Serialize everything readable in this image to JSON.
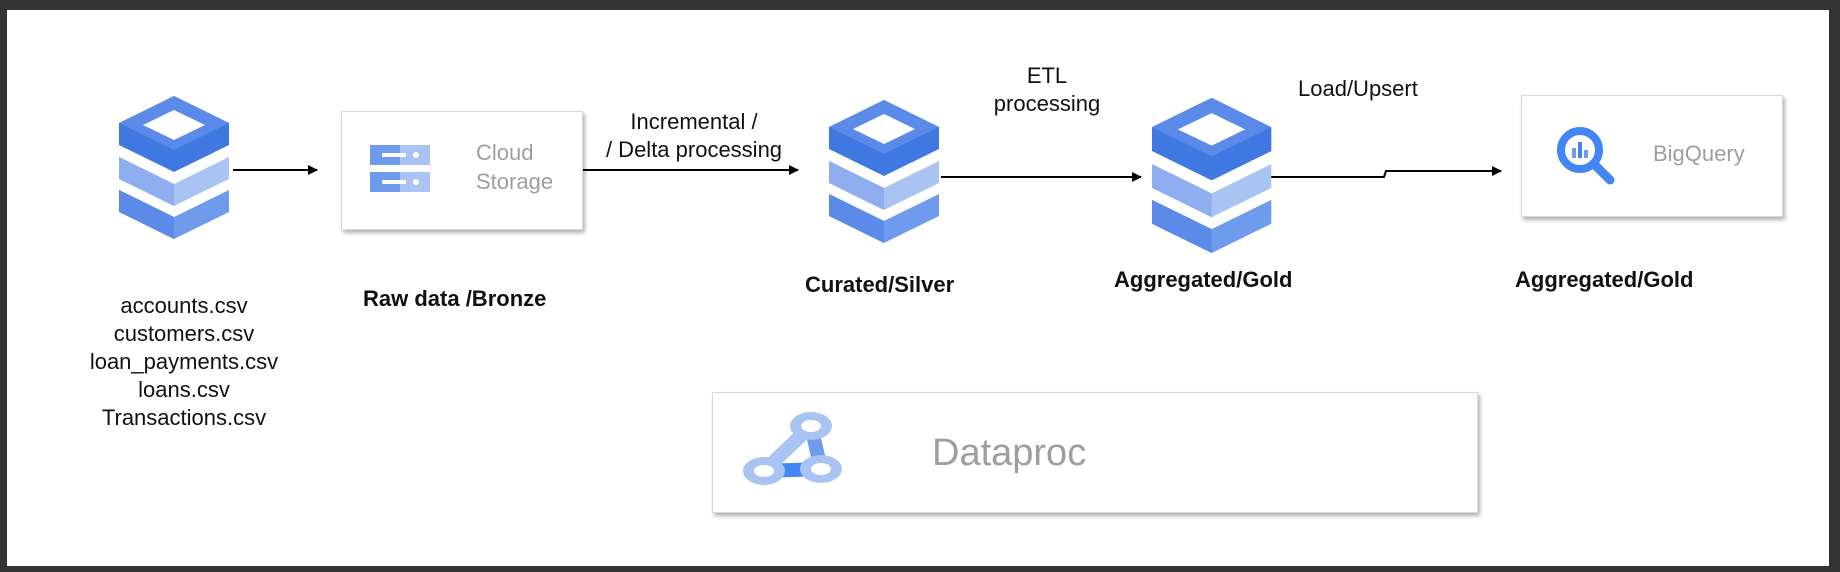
{
  "source_files": [
    "accounts.csv",
    "customers.csv",
    "loan_payments.csv",
    "loans.csv",
    "Transactions.csv"
  ],
  "cloud_storage": {
    "line1": "Cloud",
    "line2": "Storage"
  },
  "bigquery": {
    "label": "BigQuery"
  },
  "dataproc": {
    "label": "Dataproc"
  },
  "edge_labels": {
    "incremental_line1": "Incremental /",
    "incremental_line2": "/ Delta processing",
    "etl_line1": "ETL",
    "etl_line2": "processing",
    "load_upsert": "Load/Upsert"
  },
  "layer_labels": {
    "raw": "Raw data /Bronze",
    "curated": "Curated/Silver",
    "aggregated_db": "Aggregated/Gold",
    "aggregated_bq": "Aggregated/Gold"
  },
  "colors": {
    "db_top": "#3f78e0",
    "db_mid": "#6e9bec",
    "db_light": "#a9c3f3",
    "gcp_blue": "#4285f4",
    "card_text": "#9e9e9e"
  },
  "icons": {
    "source_db": "database-stack-icon",
    "cloud_storage": "cloud-storage-icon",
    "curated_db": "database-stack-icon",
    "gold_db": "database-stack-icon",
    "bigquery": "bigquery-icon",
    "dataproc": "dataproc-icon"
  }
}
